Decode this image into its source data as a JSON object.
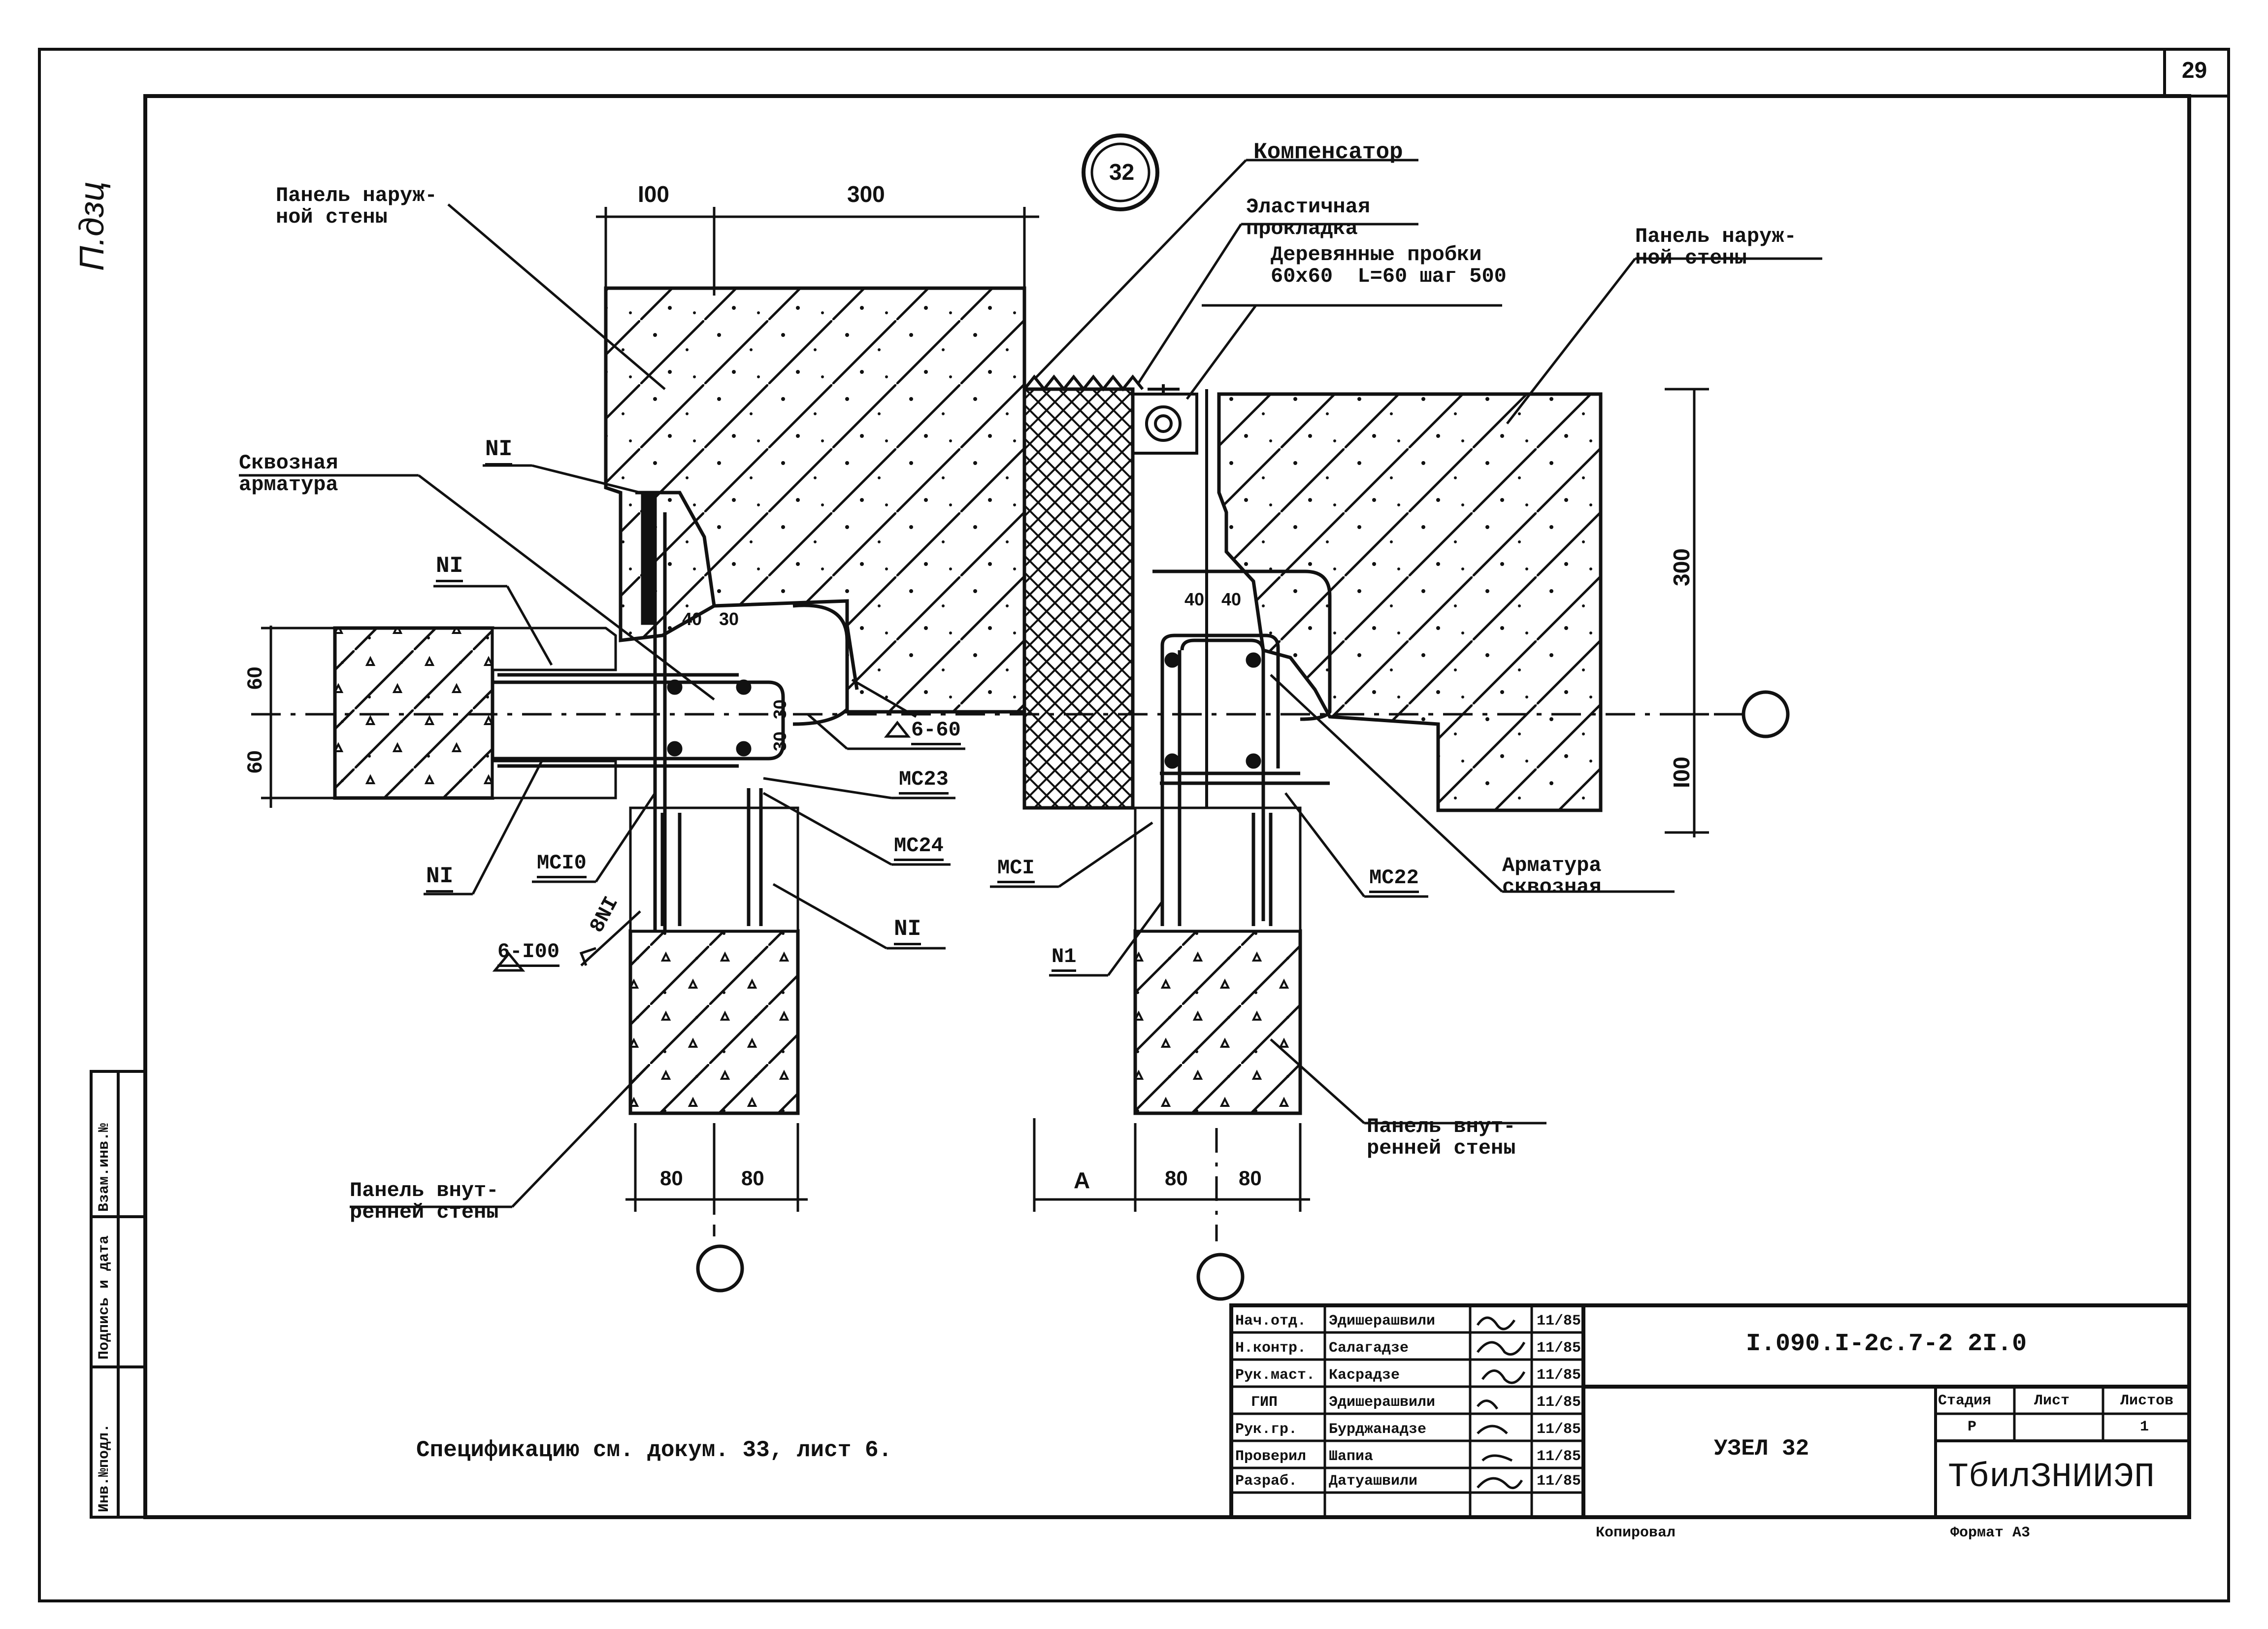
{
  "sheet_number": "29",
  "callout_number": "32",
  "labels": {
    "kompensator": "Компенсатор",
    "elastic_gasket": "Эластичная\nпрокладка",
    "wooden_plugs": "Деревянные пробки\n60x60  L=60 шаг 500",
    "outer_panel_left": "Панель наруж-\nной стены",
    "outer_panel_right": "Панель наруж-\nной стены",
    "through_rebar_left": "Сквозная\nарматура",
    "through_rebar_right": "Арматура\nсквозная",
    "inner_panel_left": "Панель внут-\nренней стены",
    "inner_panel_right": "Панель внут-\nренней стены",
    "ni_1": "NI",
    "ni_2": "NI",
    "ni_3": "NI",
    "ni_4": "NI",
    "ni_5": "N1",
    "ni_diag": "8NI",
    "mc10": "МСI0",
    "mc23": "МС23",
    "mc24": "МС24",
    "mc1": "МСI",
    "mc22": "МС22",
    "weld_6_60": "6-60",
    "weld_6_100": "6-I00",
    "spec_note": "Спецификацию см. докум. 33, лист 6."
  },
  "dimensions": {
    "d100_top": "I00",
    "d300_top": "300",
    "d80_l1": "80",
    "d80_l2": "80",
    "d80_r1": "80",
    "d80_r2": "80",
    "d60_a": "60",
    "d60_b": "60",
    "d40_l": "40",
    "d30_l": "30",
    "d30_v1": "30",
    "d30_v2": "30",
    "d40_r1": "40",
    "d40_r2": "40",
    "d300_right": "300",
    "d100_right": "I00",
    "dim_A": "A"
  },
  "title_block": {
    "doc_code": "I.090.I-2c.7-2 2I.0",
    "title": "УЗЕЛ 32",
    "organization": "ТбилЗНИИЭП",
    "stage_header": "Стадия",
    "sheet_header": "Лист",
    "sheets_header": "Листов",
    "stage": "Р",
    "sheets_total": "1",
    "copied": "Копировал",
    "format": "Формат А3",
    "roles": [
      "Нач.отд.",
      "Н.контр.",
      "Рук.маст.",
      "ГИП",
      "Рук.гр.",
      "Проверил",
      "Разраб."
    ],
    "names": [
      "Эдишерашвили",
      "Салагадзе",
      "Касрадзе",
      "Эдишерашвили",
      "Бурджанадзе",
      "Шапиа",
      "Датуашвили"
    ],
    "dates": [
      "11/85",
      "11/85",
      "11/85",
      "11/85",
      "11/85",
      "11/85",
      "11/85"
    ]
  },
  "side_stamp": {
    "col1": "Инв.№подл.",
    "col2": "Подпись и дата",
    "col3": "Взам.инв.№"
  },
  "signature_corner": "П.дзц"
}
